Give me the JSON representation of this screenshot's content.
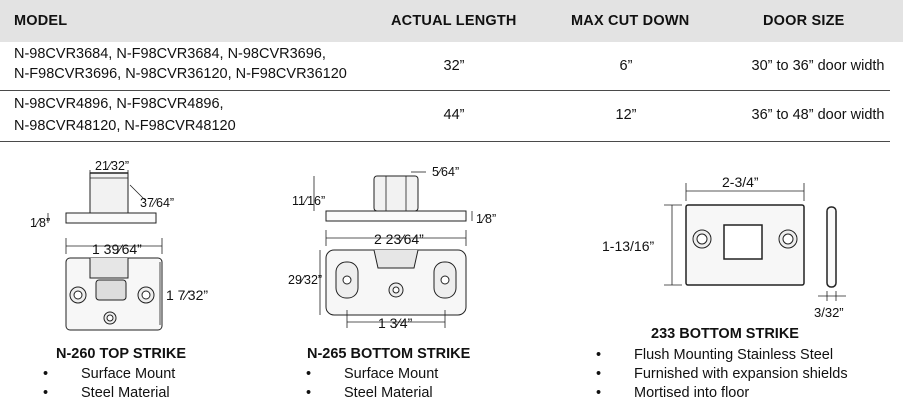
{
  "table": {
    "headers": [
      "MODEL",
      "ACTUAL LENGTH",
      "MAX CUT DOWN",
      "DOOR SIZE"
    ],
    "rows": [
      {
        "model_line1": "N-98CVR3684, N-F98CVR3684, N-98CVR3696,",
        "model_line2": "N-F98CVR3696, N-98CVR36120, N-F98CVR36120",
        "length": "32”",
        "cut": "6”",
        "door": "30” to 36” door width"
      },
      {
        "model_line1": "N-98CVR4896, N-F98CVR4896,",
        "model_line2": "N-98CVR48120, N-F98CVR48120",
        "length": "44”",
        "cut": "12”",
        "door": "36” to 48” door width"
      }
    ]
  },
  "strikes": [
    {
      "title": "N-260 TOP STRIKE",
      "bullets": [
        "Surface Mount",
        "Steel Material"
      ],
      "dims": {
        "top_width": "21⁄32”",
        "tab_height": "37⁄64”",
        "flange": "1⁄8”",
        "width": "1 39⁄64”",
        "height": "1 7⁄32”"
      }
    },
    {
      "title": "N-265 BOTTOM STRIKE",
      "bullets": [
        "Surface Mount",
        "Steel Material"
      ],
      "dims": {
        "top_width": "5⁄64”",
        "tab_height": "11⁄16”",
        "flange": "1⁄8”",
        "width": "2 23⁄64”",
        "height": "29⁄32”",
        "hole_spacing": "1 3⁄4”"
      }
    },
    {
      "title": "233 BOTTOM STRIKE",
      "bullets": [
        "Flush Mounting Stainless Steel",
        "Furnished with expansion shields",
        "Mortised into floor"
      ],
      "dims": {
        "width": "2-3/4”",
        "height": "1-13/16”",
        "thickness": "3/32”"
      }
    }
  ],
  "bullet_glyph": "•"
}
